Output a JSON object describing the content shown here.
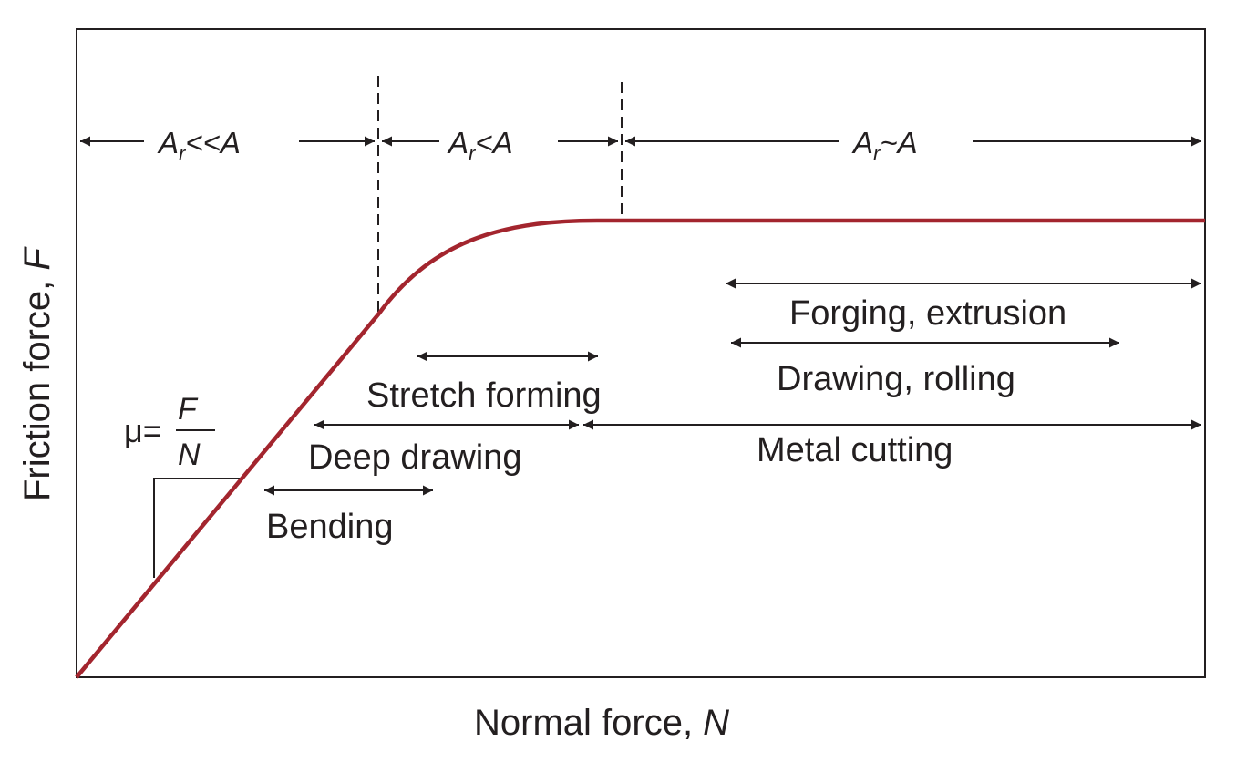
{
  "figure": {
    "x_axis": {
      "label": "Normal force, ",
      "symbol": "N"
    },
    "y_axis": {
      "label": "Friction force, ",
      "symbol": "F"
    },
    "curve_color": "#a3252e",
    "regions": [
      {
        "left": "A",
        "sub": "r",
        "right": "<<A"
      },
      {
        "left": "A",
        "sub": "r",
        "right": "<A"
      },
      {
        "left": "A",
        "sub": "r",
        "right": "~A"
      }
    ],
    "processes": [
      "Forging, extrusion",
      "Drawing, rolling",
      "Stretch forming",
      "Deep drawing",
      "Metal cutting",
      "Bending"
    ],
    "slope": {
      "prefix": "μ=",
      "numerator": "F",
      "denominator": "N"
    }
  }
}
